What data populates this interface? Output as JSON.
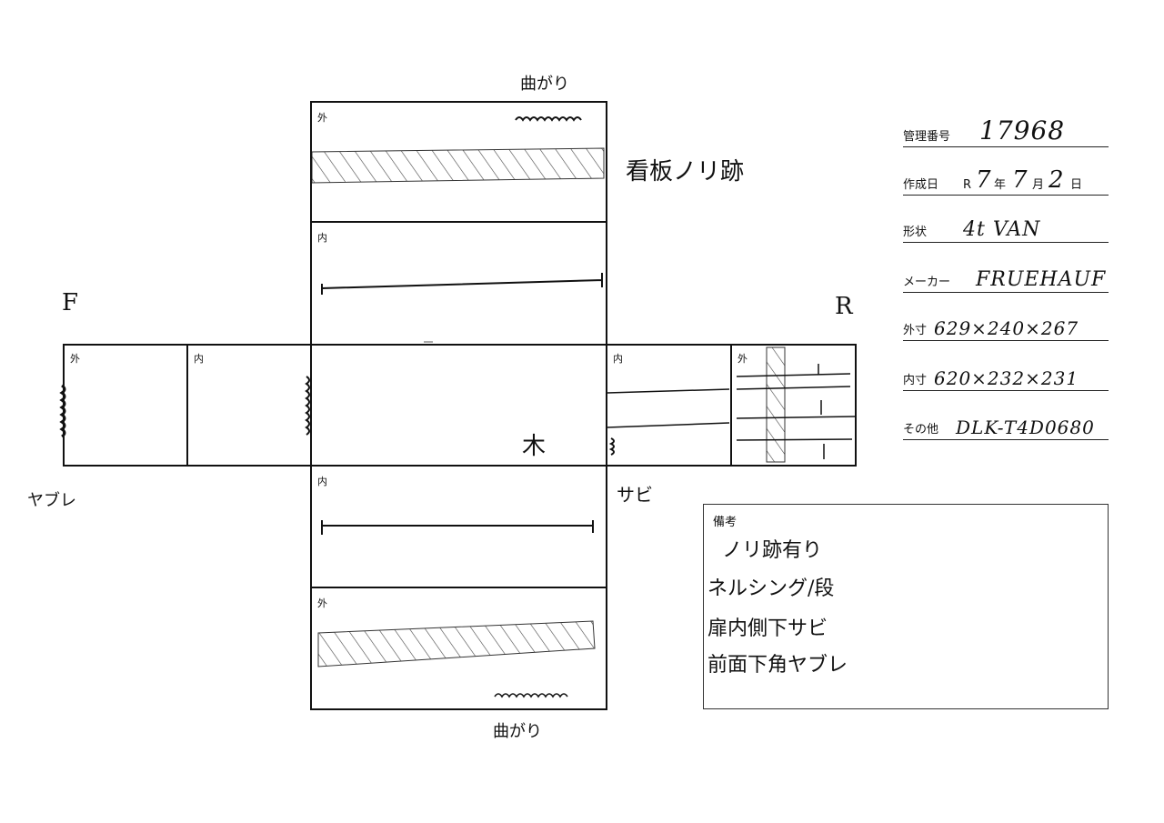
{
  "annotations": {
    "bend_top": "曲がり",
    "bend_bottom": "曲がり",
    "sign_mark": "看板ノリ跡",
    "front": "F",
    "rear": "R",
    "tear": "ヤブレ",
    "rust": "サビ",
    "wood": "木"
  },
  "panel_labels": {
    "top_outer": "外",
    "top_inner": "内",
    "left_outer": "外",
    "left_inner": "内",
    "right_inner": "内",
    "right_outer": "外",
    "bottom_inner": "内",
    "bottom_outer": "外"
  },
  "info": {
    "mgmt_label": "管理番号",
    "mgmt_value": "17968",
    "date_label": "作成日",
    "date_era": "R",
    "date_year": "7",
    "date_year_unit": "年",
    "date_month": "7",
    "date_month_unit": "月",
    "date_day": "2",
    "date_day_unit": "日",
    "type_label": "形状",
    "type_value": "4t VAN",
    "maker_label": "メーカー",
    "maker_value": "FRUEHAUF",
    "outer_label": "外寸",
    "outer_value": "629×240×267",
    "inner_label": "内寸",
    "inner_value": "620×232×231",
    "other_label": "その他",
    "other_value": "DLK-T4D0680"
  },
  "remarks": {
    "title": "備考",
    "lines": [
      "ノリ跡有り",
      "ネルシング/段",
      "扉内側下サビ",
      "前面下角ヤブレ"
    ]
  }
}
